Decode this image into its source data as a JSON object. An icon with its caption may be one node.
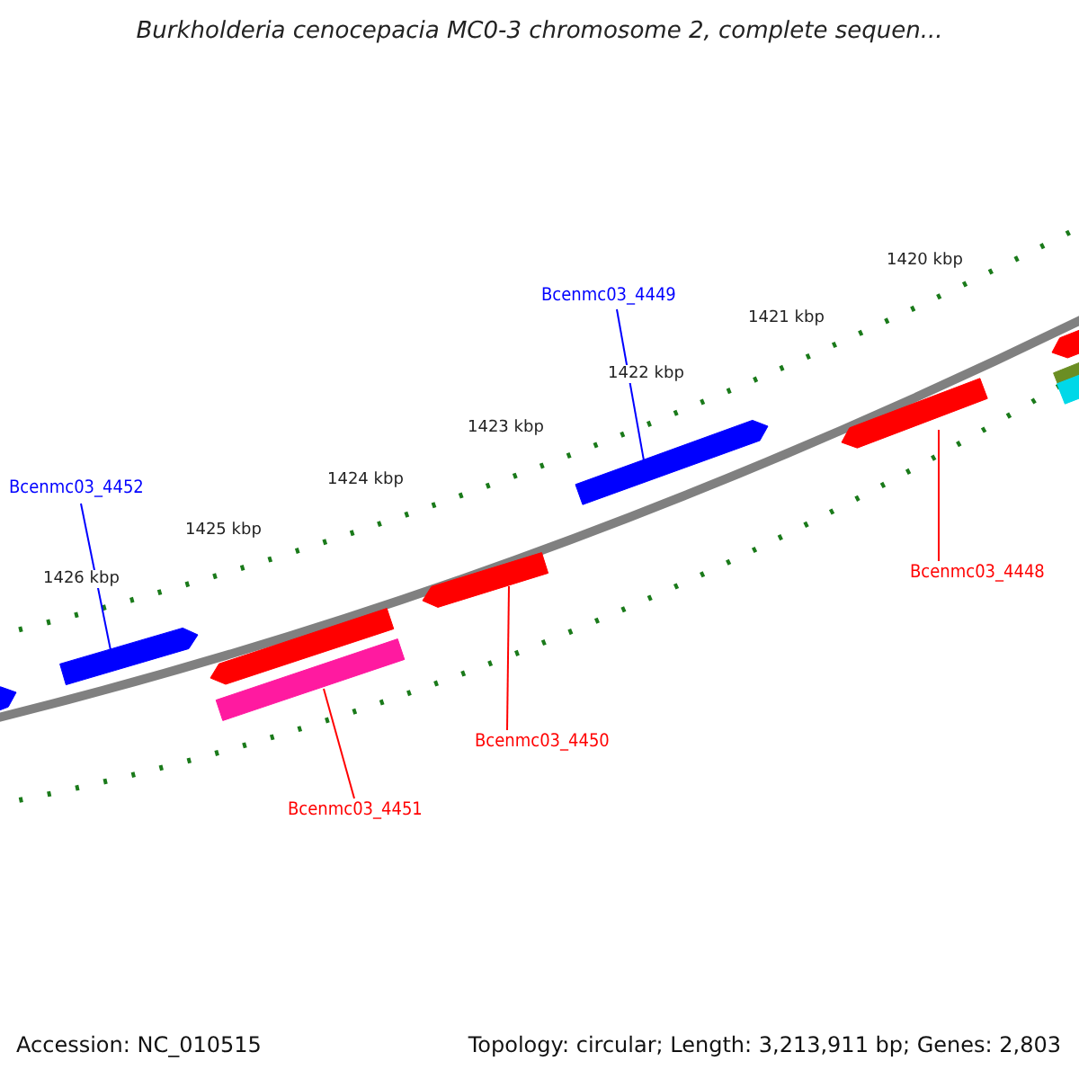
{
  "diagram": {
    "title": "Burkholderia cenocepacia MC0-3 chromosome 2, complete sequen...",
    "nodes": [
      {
        "text": [
          "Bcenmc03_4449"
        ]
      },
      {
        "text": [
          "Bcenmc03_4452"
        ]
      },
      {
        "text": [
          "Bcenmc03_4448"
        ]
      },
      {
        "text": [
          "Bcenmc03_4450"
        ]
      },
      {
        "text": [
          "Bcenmc03_4451"
        ]
      },
      {
        "text": [],
        "shape": "bar"
      },
      {
        "text": [],
        "shape": "bar"
      },
      {
        "text": [],
        "shape": "bar"
      },
      {
        "text": [],
        "shape": "bar"
      },
      {
        "text": [],
        "shape": "bar"
      },
      {
        "text": [],
        "shape": "bar"
      },
      {
        "text": [],
        "shape": "bar"
      },
      {
        "text": [],
        "shape": "bar"
      },
      {
        "text": [],
        "shape": "bar"
      },
      {
        "text": [],
        "shape": "bar"
      }
    ],
    "edges": [
      {
        "from": 0,
        "to": 10,
        "arrow": "none",
        "color": "#0000ff"
      },
      {
        "from": 1,
        "to": 6,
        "arrow": "none",
        "color": "#0000ff"
      },
      {
        "from": 2,
        "to": 11,
        "arrow": "none"
      },
      {
        "from": 3,
        "to": 9,
        "arrow": "none"
      },
      {
        "from": 4,
        "to": 8,
        "arrow": "none"
      }
    ],
    "labels": [
      "1420 kbp",
      "1421 kbp",
      "1422 kbp",
      "1423 kbp",
      "1424 kbp",
      "1425 kbp",
      "1426 kbp",
      "Accession: NC_010515",
      "Topology: circular; Length: 3,213,911 bp; Genes: 2,803"
    ]
  }
}
